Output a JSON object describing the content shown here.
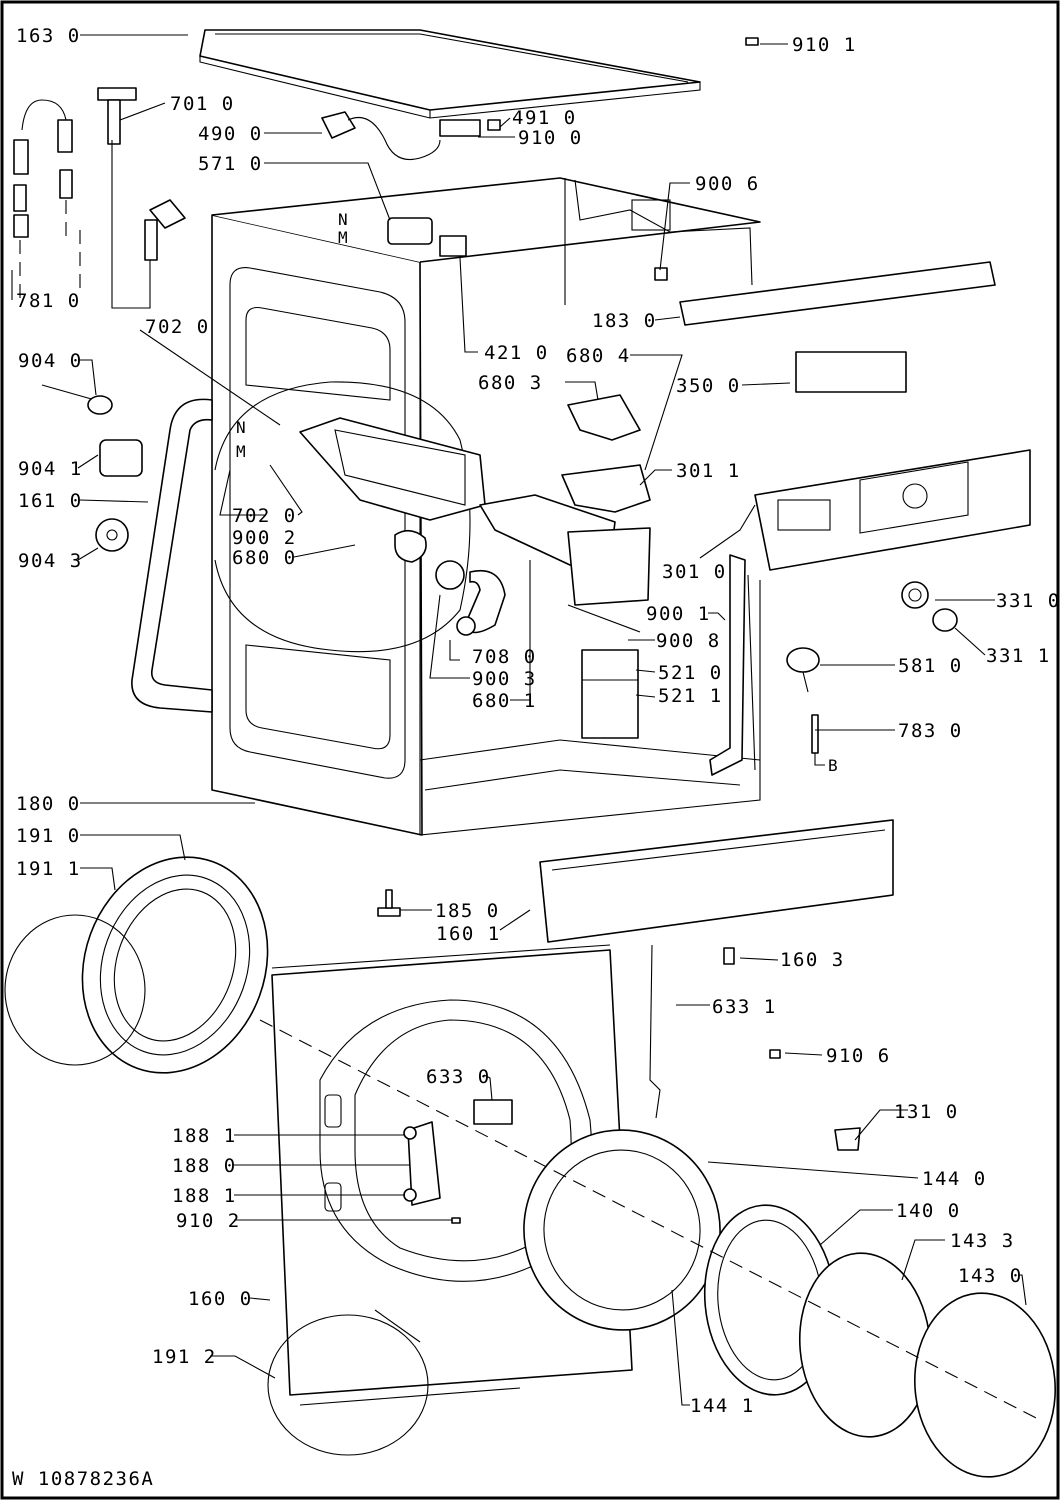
{
  "drawing_id": "W 10878236A",
  "labels": {
    "p1630": "163 0",
    "p9101": "910 1",
    "p7010": "701 0",
    "p4900": "490 0",
    "p4910": "491 0",
    "p9100": "910 0",
    "p5710": "571 0",
    "p9006": "900 6",
    "p7810": "781 0",
    "p7020": "702 0",
    "p1830": "183 0",
    "p4210": "421 0",
    "p6804": "680 4",
    "p6803": "680 3",
    "p3500": "350 0",
    "p9040": "904 0",
    "p9041": "904 1",
    "p3011": "301 1",
    "p1610": "161 0",
    "p7020b": "702 0",
    "p9002": "900 2",
    "p9043": "904 3",
    "p6800": "680 0",
    "p3010": "301 0",
    "p3310": "331 0",
    "p9001": "900 1",
    "p9008": "900 8",
    "p3311": "331 1",
    "p7080": "708 0",
    "p5210": "521 0",
    "p5810": "581 0",
    "p9003": "900 3",
    "p5211": "521 1",
    "p6801": "680 1",
    "p7830": "783 0",
    "p1800": "180 0",
    "p1910": "191 0",
    "p1911": "191 1",
    "p1850": "185 0",
    "p1601": "160 1",
    "p1603": "160 3",
    "p6331": "633 1",
    "p9106": "910 6",
    "p6330": "633 0",
    "p1310": "131 0",
    "p1881a": "188 1",
    "p1880": "188 0",
    "p1881b": "188 1",
    "p9102": "910 2",
    "p1440": "144 0",
    "p1400": "140 0",
    "p1433": "143 3",
    "p1430": "143 0",
    "p1600": "160 0",
    "p1912": "191 2",
    "p1441": "144 1"
  },
  "letters": {
    "n1": "N",
    "m1": "M",
    "n2": "N",
    "m2": "M",
    "b": "B"
  }
}
